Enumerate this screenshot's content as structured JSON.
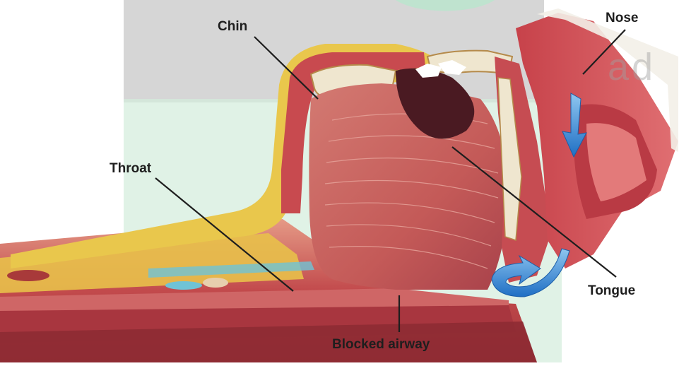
{
  "diagram": {
    "labels": {
      "chin": "Chin",
      "nose": "Nose",
      "throat": "Throat",
      "tongue": "Tongue",
      "blocked_airway": "Blocked airway"
    },
    "watermark": "ad",
    "colors": {
      "tissue": "#c0454a",
      "tissue_dark": "#8e2a30",
      "fat": "#e9c64a",
      "bone": "#efe6cf",
      "airflow_arrow": "#2f86d6",
      "background_block": "#c8c8c8",
      "background_green": "#cfe9d6"
    }
  }
}
